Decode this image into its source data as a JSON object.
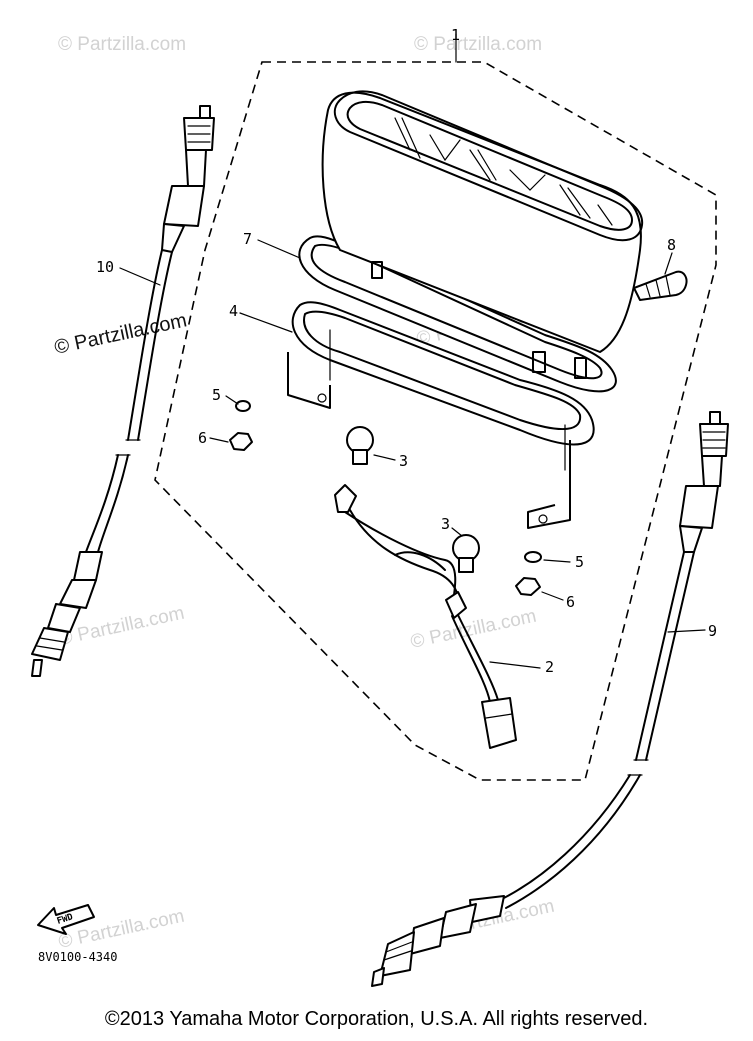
{
  "watermark": "© Partzilla.com",
  "callouts": {
    "p1": "1",
    "p2": "2",
    "p3a": "3",
    "p3b": "3",
    "p4": "4",
    "p5a": "5",
    "p5b": "5",
    "p6a": "6",
    "p6b": "6",
    "p7": "7",
    "p8": "8",
    "p9": "9",
    "p10": "10"
  },
  "fwd_label": "FWD",
  "diagram_code": "8V0100-4340",
  "copyright": "©2013 Yamaha Motor Corporation, U.S.A. All rights reserved."
}
